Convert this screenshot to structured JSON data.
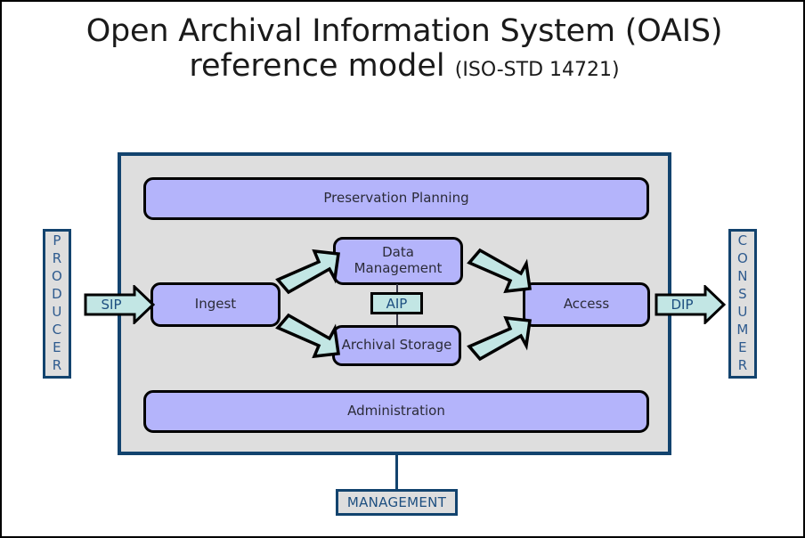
{
  "title": {
    "line1": "Open Archival Information System (OAIS)",
    "line2": "reference model",
    "standard": "(ISO-STD 14721)"
  },
  "colors": {
    "frame_border": "#12436e",
    "frame_background": "#dedede",
    "entity_fill": "#b4b4fb",
    "entity_border": "#000000",
    "arrow_fill": "#c2e6e4",
    "arrow_border": "#000000",
    "actor_text": "#2d5a8e",
    "label_text": "#1d4f80",
    "page_background": "#ffffff"
  },
  "actors": {
    "producer": {
      "name": "PRODUCER",
      "letters": [
        "P",
        "R",
        "O",
        "D",
        "U",
        "C",
        "E",
        "R"
      ]
    },
    "consumer": {
      "name": "CONSUMER",
      "letters": [
        "C",
        "O",
        "N",
        "S",
        "U",
        "M",
        "E",
        "R"
      ]
    }
  },
  "entities": {
    "preservation_planning": "Preservation Planning",
    "administration": "Administration",
    "ingest": "Ingest",
    "access": "Access",
    "data_management_line1": "Data",
    "data_management_line2": "Management",
    "archival_storage": "Archival Storage",
    "aip": "AIP"
  },
  "packages": {
    "sip": "SIP",
    "dip": "DIP",
    "aip": "AIP"
  },
  "management": {
    "label": "MANAGEMENT"
  },
  "flows": [
    {
      "id": "producer-to-ingest",
      "label": "SIP",
      "from": "PRODUCER",
      "to": "Ingest"
    },
    {
      "id": "ingest-to-data-management",
      "label": "",
      "from": "Ingest",
      "to": "Data Management"
    },
    {
      "id": "ingest-to-archival-storage",
      "label": "",
      "from": "Ingest",
      "to": "Archival Storage"
    },
    {
      "id": "data-management-to-access",
      "label": "",
      "from": "Data Management",
      "to": "Access"
    },
    {
      "id": "archival-storage-to-access",
      "label": "",
      "from": "Archival Storage",
      "to": "Access"
    },
    {
      "id": "access-to-consumer",
      "label": "DIP",
      "from": "Access",
      "to": "CONSUMER"
    }
  ]
}
